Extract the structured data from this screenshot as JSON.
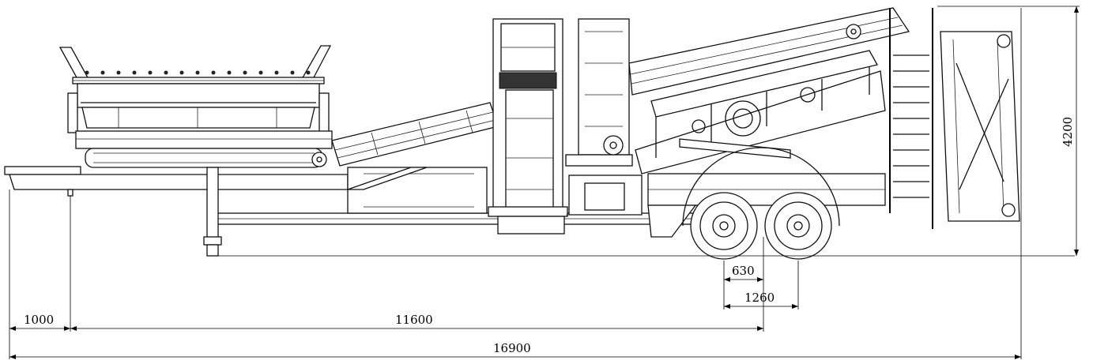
{
  "dimensions": {
    "front_overhang": "1000",
    "kingpin_to_axle": "11600",
    "axle_half_spacing": "630",
    "axle_spacing": "1260",
    "overall_length": "16900",
    "overall_height": "4200"
  },
  "colors": {
    "line": "#111111",
    "background": "#ffffff"
  }
}
